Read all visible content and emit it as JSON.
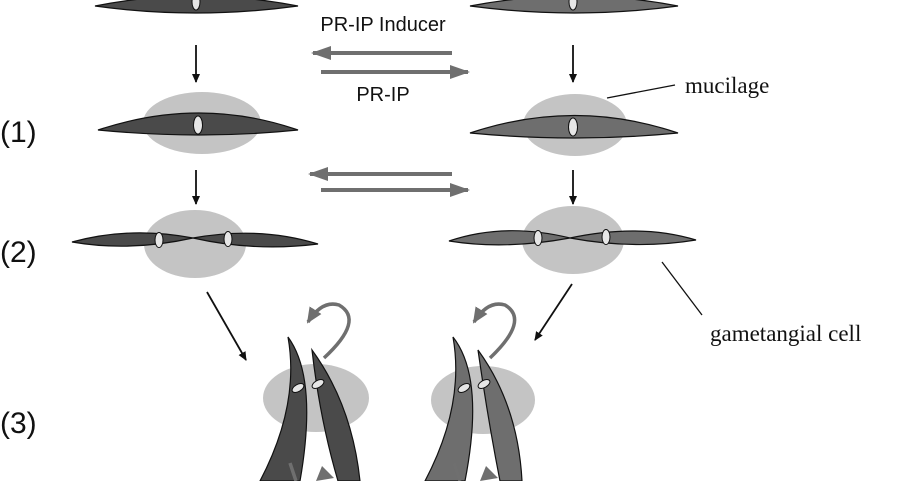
{
  "labels": {
    "inducer": "PR-IP Inducer",
    "prip": "PR-IP",
    "mucilage": "mucilage",
    "gametangial": "gametangial cell"
  },
  "steps": [
    {
      "label": "(1)"
    },
    {
      "label": "(2)"
    },
    {
      "label": "(3)"
    }
  ],
  "colors": {
    "cell_left": "#4a4a4a",
    "cell_right": "#6e6e6e",
    "mucilage": "#c4c4c4",
    "transfer_arrow": "#6f6f6f",
    "nucleus": "#e6e6e6",
    "line": "#111111"
  }
}
